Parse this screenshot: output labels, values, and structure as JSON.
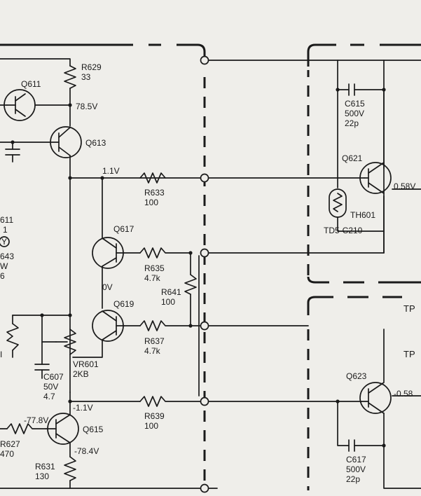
{
  "labels": {
    "r629": "R629",
    "r629_val": "33",
    "q611": "Q611",
    "v_785": "78.5V",
    "q613": "Q613",
    "v_11": "1.1V",
    "r633": "R633",
    "r633_val": "100",
    "q617": "Q617",
    "r635": "R635",
    "r635_val": "4.7k",
    "r641": "R641",
    "r641_val": "100",
    "v_0": "0V",
    "q619": "Q619",
    "r637": "R637",
    "r637_val": "4.7k",
    "vr601": "VR601",
    "vr601_val": "2KB",
    "c607": "C607",
    "c607_v": "50V",
    "c607_val": "4.7",
    "v_n11": "-1.1V",
    "v_n778": "-77.8V",
    "q615": "Q615",
    "v_n784": "-78.4V",
    "r627": "R627",
    "r627_val": "470",
    "r631": "R631",
    "r631_val": "130",
    "r639": "R639",
    "r639_val": "100",
    "frag_611": "611",
    "frag_1": "1",
    "frag_y": "Y",
    "frag_643": "643",
    "frag_w": "W",
    "frag_6": "6",
    "frag_i": "I",
    "c615": "C615",
    "c615_v": "500V",
    "c615_val": "22p",
    "q621": "Q621",
    "v_058": "0.58V",
    "th601": "TH601",
    "td5": "TD5-C210",
    "tp1": "TP",
    "tp2": "TP",
    "q623": "Q623",
    "v_n058": "-0.58",
    "c617": "C617",
    "c617_v": "500V",
    "c617_val": "22p"
  }
}
